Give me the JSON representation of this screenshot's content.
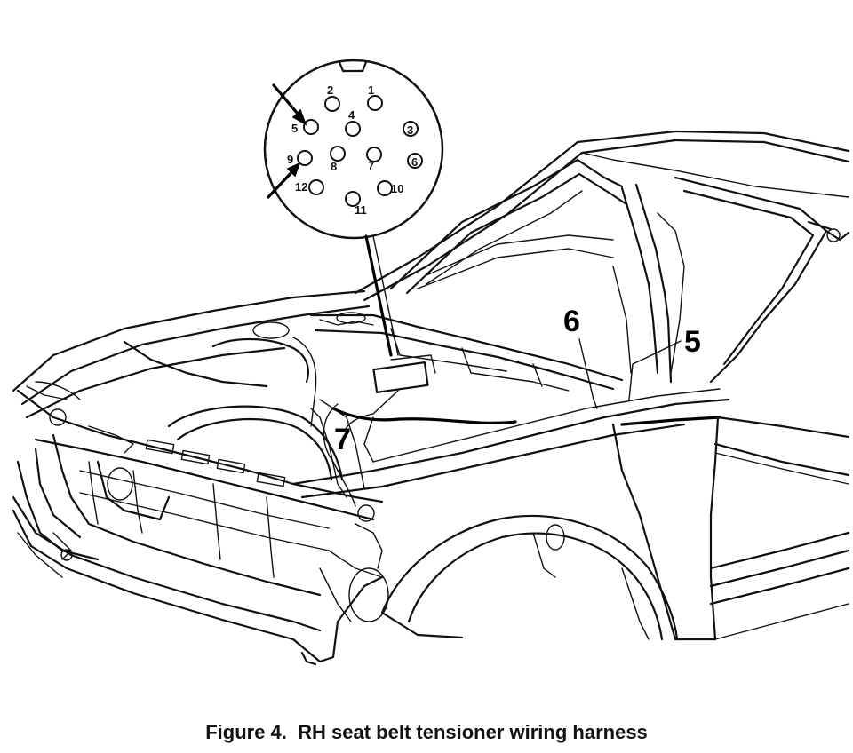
{
  "callouts": {
    "c5": "5",
    "c6": "6",
    "c7": "7"
  },
  "connector": {
    "pins": [
      {
        "num": "1"
      },
      {
        "num": "2"
      },
      {
        "num": "3"
      },
      {
        "num": "4"
      },
      {
        "num": "5"
      },
      {
        "num": "6"
      },
      {
        "num": "7"
      },
      {
        "num": "8"
      },
      {
        "num": "9"
      },
      {
        "num": "10"
      },
      {
        "num": "11"
      },
      {
        "num": "12"
      }
    ]
  },
  "caption": {
    "figure_number": "Figure 4.",
    "title": "RH seat belt tensioner wiring harness"
  }
}
